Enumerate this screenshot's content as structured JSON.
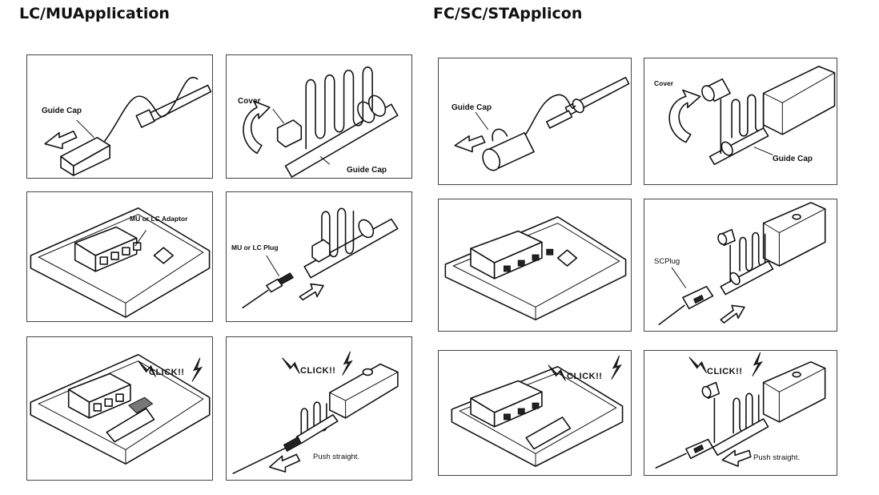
{
  "titles": {
    "left": "LC/MUApplication",
    "right": "FC/SC/STApplicon"
  },
  "labels": {
    "guide_cap": "Guide Cap",
    "cover": "Cover",
    "guide_cap_pointer": "Guide Cap",
    "mu_lc_adaptor": "MU or LC Adaptor",
    "mu_lc_plug": "MU or LC Plug",
    "click": "CLICK!!",
    "push_straight": "Push straight.",
    "fc_guide_cap": "Guide Cap",
    "fc_cover": "Cover",
    "fc_guide_cap_pointer": "Guide Cap",
    "sc_plug": "SCPlug",
    "fc_click": "CLICK!!",
    "fc_click_2": "CLICK!!",
    "fc_push_straight": "Push straight."
  }
}
